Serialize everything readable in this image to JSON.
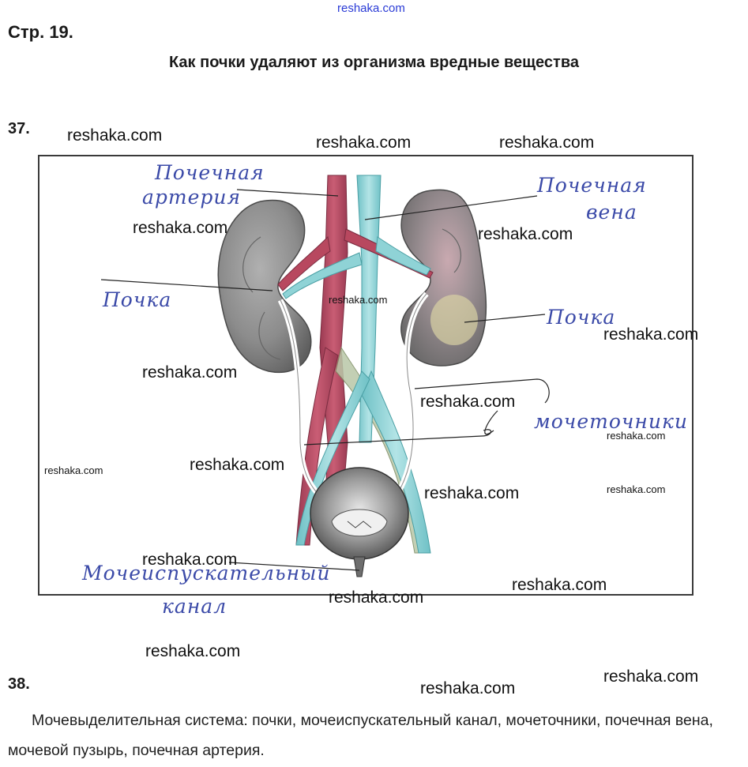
{
  "header": {
    "watermark": "reshaka.com",
    "page_ref": "Стр. 19.",
    "title": "Как почки удаляют из организма вредные вещества"
  },
  "task37": {
    "number": "37.",
    "labels": {
      "renal_artery_line1": "Почечная",
      "renal_artery_line2": "артерия",
      "renal_vein_line1": "Почечная",
      "renal_vein_line2": "вена",
      "kidney_left": "Почка",
      "kidney_right": "Почка",
      "ureters": "мочеточники",
      "urethra_line1": "Мочеиспускательный",
      "urethra_line2": "канал"
    }
  },
  "task38": {
    "number": "38.",
    "answer": "Мочевыделительная система: почки, мочеиспускательный канал, мочеточники, почечная вена, мочевой пузырь, почечная артерия."
  },
  "watermarks": [
    "reshaka.com",
    "reshaka.com",
    "reshaka.com",
    "reshaka.com",
    "reshaka.com",
    "reshaka.com",
    "reshaka.com",
    "reshaka.com",
    "reshaka.com",
    "reshaka.com",
    "reshaka.com",
    "reshaka.com",
    "reshaka.com",
    "reshaka.com",
    "reshaka.com",
    "reshaka.com",
    "reshaka.com",
    "reshaka.com",
    "reshaka.com"
  ],
  "colors": {
    "artery": "#b8485f",
    "vein": "#8fd3d6",
    "kidney": "#8a8a8a",
    "handwriting": "#3b4aa8",
    "watermark_top": "#2a3bd6"
  }
}
